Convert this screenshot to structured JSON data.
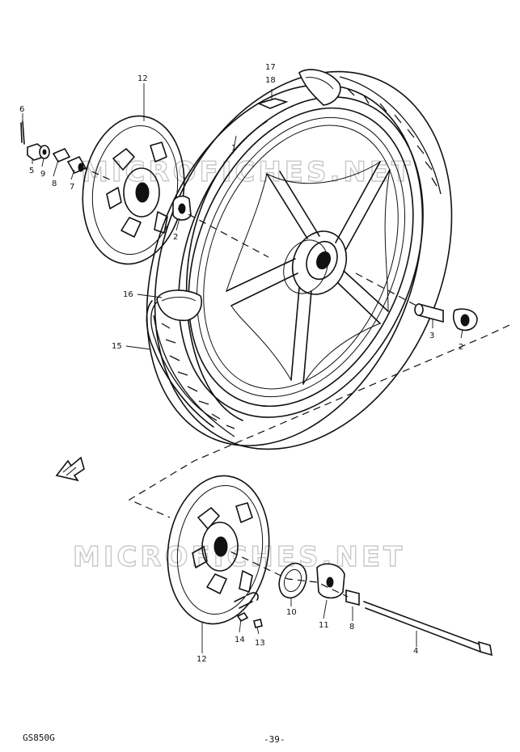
{
  "watermark": {
    "text_top": "MICROFICHES.NET",
    "text_bottom": "MICROFICHES.NET"
  },
  "footer": {
    "model": "GS850G",
    "page": "-39-"
  },
  "callouts": [
    {
      "id": "c6",
      "label": "6"
    },
    {
      "id": "c5",
      "label": "5"
    },
    {
      "id": "c9",
      "label": "9"
    },
    {
      "id": "c8a",
      "label": "8"
    },
    {
      "id": "c7",
      "label": "7"
    },
    {
      "id": "c12a",
      "label": "12"
    },
    {
      "id": "c2a",
      "label": "2"
    },
    {
      "id": "c1",
      "label": "1"
    },
    {
      "id": "c17",
      "label": "17"
    },
    {
      "id": "c18",
      "label": "18"
    },
    {
      "id": "c16",
      "label": "16"
    },
    {
      "id": "c15",
      "label": "15"
    },
    {
      "id": "c3",
      "label": "3"
    },
    {
      "id": "c2b",
      "label": "2"
    },
    {
      "id": "c10",
      "label": "10"
    },
    {
      "id": "c11",
      "label": "11"
    },
    {
      "id": "c8b",
      "label": "8"
    },
    {
      "id": "c4",
      "label": "4"
    },
    {
      "id": "c14",
      "label": "14"
    },
    {
      "id": "c13",
      "label": "13"
    },
    {
      "id": "c12b",
      "label": "12"
    }
  ],
  "icons": {
    "direction_arrow": "front-direction-arrow-icon"
  }
}
